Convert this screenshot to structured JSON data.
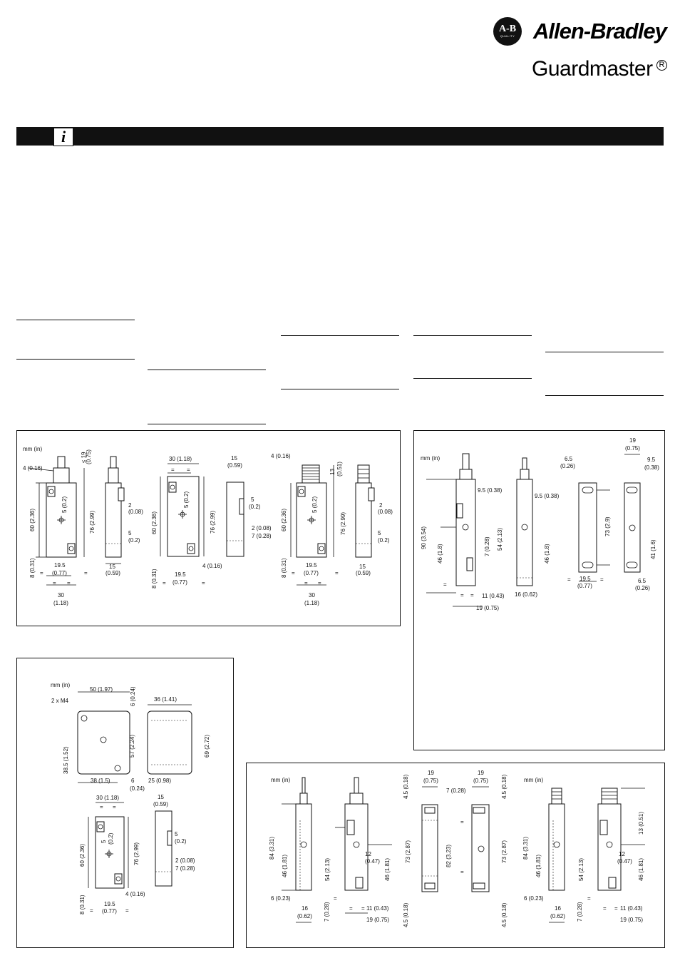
{
  "header": {
    "logo_text": "A-B",
    "logo_quality": "QUALITY",
    "brand": "Allen-Bradley",
    "product_line": "Guardmaster",
    "registered_mark": "R"
  },
  "info_icon": "i",
  "units": "mm (in)",
  "panel1": {
    "dims": {
      "d19": "≤ 19",
      "d19in": "(0.75)",
      "d4a": "4 (0.16)",
      "d60a": "60 (2.36)",
      "d5a": "5 (0.2)",
      "d76a": "76 (2.99)",
      "d2a": "2",
      "d2ain": "(0.08)",
      "d5b": "5",
      "d5bin": "(0.2)",
      "d8a": "8 (0.31)",
      "d195a": "19.5",
      "d195ain": "(0.77)",
      "d15a": "15",
      "d15ain": "(0.59)",
      "d30a": "30",
      "d30ain": "(1.18)",
      "d30b": "30 (1.18)",
      "d60b": "60 (2.36)",
      "d5c": "5 (0.2)",
      "d76b": "76 (2.99)",
      "d8b": "8 (0.31)",
      "d195b": "19.5",
      "d195bin": "(0.77)",
      "d4b": "4 (0.16)",
      "d15b": "15",
      "d15bin": "(0.59)",
      "d5d": "5",
      "d5din": "(0.2)",
      "d2b": "2 (0.08)",
      "d7b": "7 (0.28)",
      "d4c": "4 (0.16)",
      "d13": "13",
      "d13in": "(0.51)",
      "d60c": "60 (2.36)",
      "d5e": "5 (0.2)",
      "d76c": "76 (2.99)",
      "d2c": "2",
      "d2cin": "(0.08)",
      "d5f": "5",
      "d5fin": "(0.2)",
      "d8c": "8 (0.31)",
      "d195c": "19.5",
      "d195cin": "(0.77)",
      "d15c": "15",
      "d15cin": "(0.59)",
      "d30c": "30",
      "d30cin": "(1.18)",
      "eq": "="
    }
  },
  "panel2": {
    "dims": {
      "d95a": "9.5 (0.38)",
      "d90": "90 (3.54)",
      "d46a": "46 (1.8)",
      "d7": "7 (0.28)",
      "d54": "54 (2.13)",
      "d11": "11 (0.43)",
      "d19": "19 (0.75)",
      "d95b": "9.5 (0.38)",
      "d46b": "46 (1.8)",
      "d16": "16 (0.62)",
      "d65a": "6.5",
      "d65ain": "(0.26)",
      "d73": "73 (2.9)",
      "d195": "19.5",
      "d195in": "(0.77)",
      "d19t": "19",
      "d19tin": "(0.75)",
      "d95c": "9.5",
      "d95cin": "(0.38)",
      "d41": "41 (1.6)",
      "d65b": "6.5",
      "d65bin": "(0.26)",
      "eq": "="
    }
  },
  "panel3": {
    "dims": {
      "m4": "2 x M4",
      "d50": "50 (1.97)",
      "d6a": "6 (0.24)",
      "d57": "57 (2.24)",
      "d385": "38.5 (1.52)",
      "d38": "38 (1.5)",
      "d6b": "6",
      "d6bin": "(0.24)",
      "d36": "36 (1.41)",
      "d69": "69 (2.72)",
      "d25": "25 (0.98)",
      "d30": "30 (1.18)",
      "d60": "60 (2.36)",
      "d5": "5",
      "d5in": "(0.2)",
      "d76": "76 (2.99)",
      "d8": "8 (0.31)",
      "d195": "19.5",
      "d195in": "(0.77)",
      "d4": "4 (0.16)",
      "d15": "15",
      "d15in": "(0.59)",
      "d5b": "5",
      "d5bin": "(0.2)",
      "d2": "2 (0.08)",
      "d7": "7 (0.28)",
      "eq": "="
    }
  },
  "panel4": {
    "dims": {
      "d84a": "84 (3.31)",
      "d46a": "46 (1.81)",
      "d6a": "6 (0.23)",
      "d16a": "16",
      "d16ain": "(0.62)",
      "d54a": "54 (2.13)",
      "d12a": "12",
      "d12ain": "(0.47)",
      "d46b": "46 (1.81)",
      "d7a": "7 (0.28)",
      "d11a": "11 (0.43)",
      "d19a": "19 (0.75)",
      "d45a": "4.5 (0.18)",
      "d19b": "19",
      "d19bin": "(0.75)",
      "d7m": "7 (0.28)",
      "d19c": "19",
      "d19cin": "(0.75)",
      "d45b": "4.5 (0.18)",
      "d73a": "73 (2.87)",
      "d82": "82 (3.23)",
      "d73b": "73 (2.87)",
      "d45c": "4.5 (0.18)",
      "d45d": "4.5 (0.18)",
      "d84b": "84 (3.31)",
      "d46c": "46 (1.81)",
      "d6b": "6 (0.23)",
      "d16b": "16",
      "d16bin": "(0.62)",
      "d54b": "54 (2.13)",
      "d12b": "12",
      "d12bin": "(0.47)",
      "d46d": "46 (1.81)",
      "d13": "13 (0.51)",
      "d7b": "7 (0.28)",
      "d11b": "11 (0.43)",
      "d19d": "19 (0.75)",
      "eq": "="
    }
  }
}
